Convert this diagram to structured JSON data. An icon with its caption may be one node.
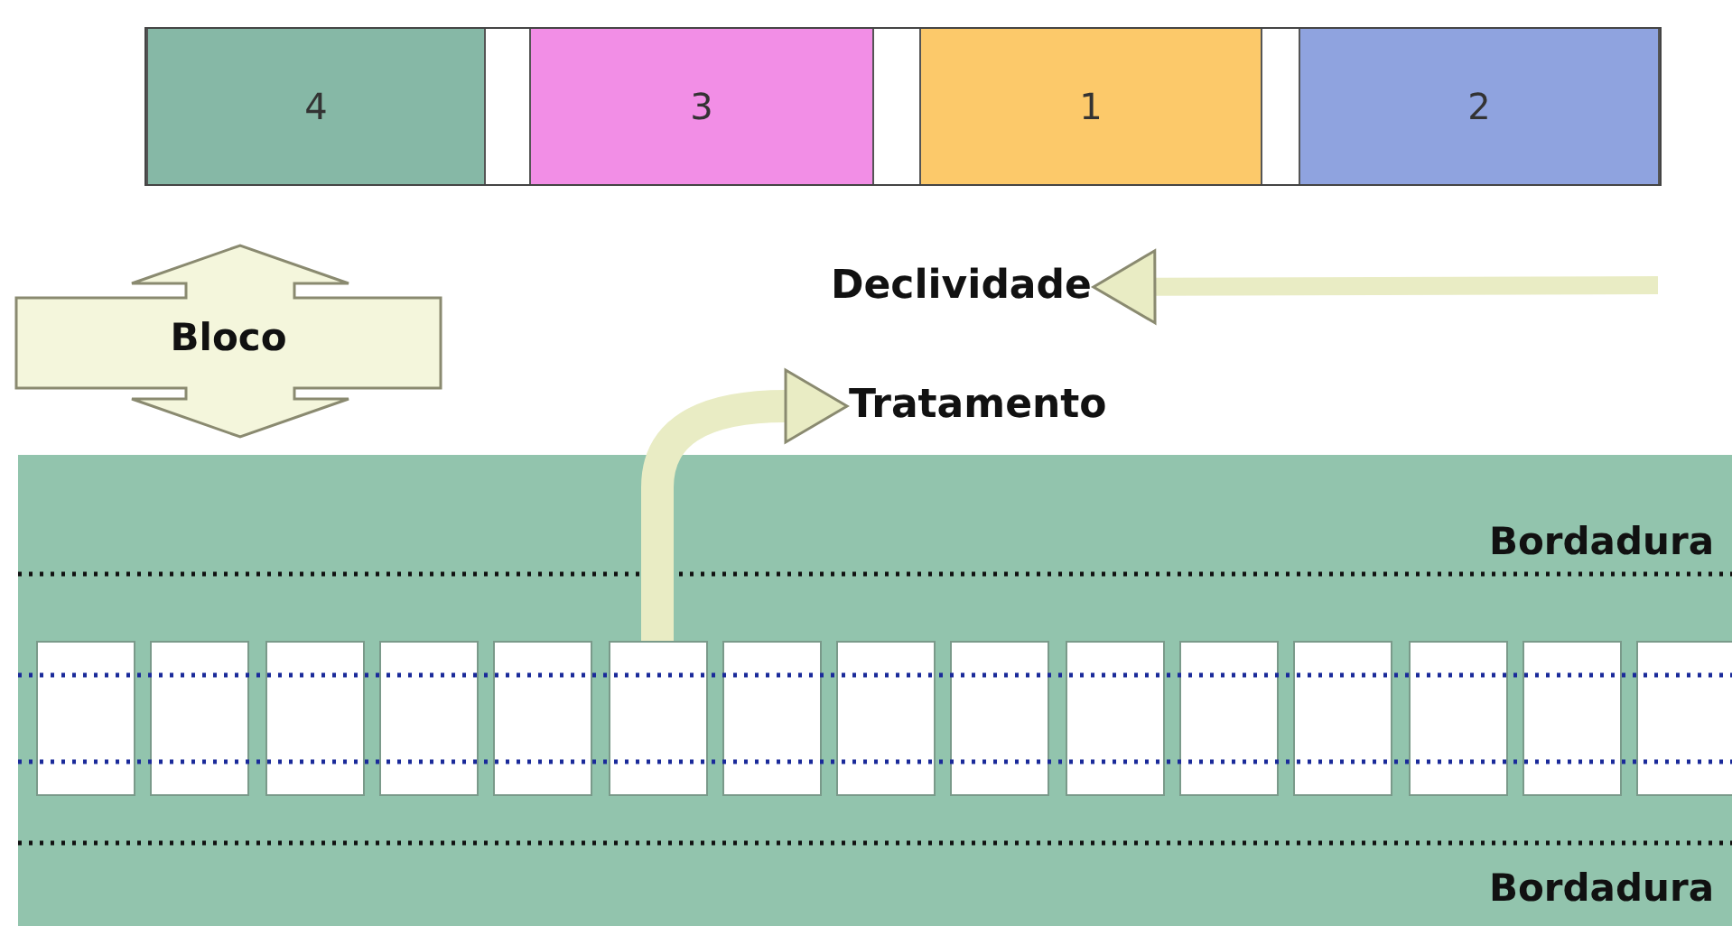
{
  "diagram": {
    "nodes": [
      {
        "text": [],
        "shape": "box"
      },
      {
        "text": [
          "4"
        ],
        "in": 0
      },
      {
        "text": [
          "3"
        ],
        "in": 0
      },
      {
        "text": [
          "1"
        ],
        "in": 0
      },
      {
        "text": [
          "2"
        ],
        "in": 0
      },
      {
        "text": [
          "Bloco"
        ]
      },
      {
        "text": [
          "Declividade"
        ]
      },
      {
        "text": [
          "Tratamento"
        ]
      },
      {
        "text": [
          "Bordadura",
          "Bordadura"
        ]
      },
      {
        "text": [],
        "shape": "box",
        "in": 8
      },
      {
        "text": [],
        "shape": "box",
        "in": 8
      },
      {
        "text": [],
        "shape": "box",
        "in": 8
      },
      {
        "text": [],
        "shape": "box",
        "in": 8
      },
      {
        "text": [],
        "shape": "box",
        "in": 8
      },
      {
        "text": [],
        "shape": "box",
        "in": 8
      },
      {
        "text": [],
        "shape": "box",
        "in": 8
      },
      {
        "text": [],
        "shape": "box",
        "in": 8
      },
      {
        "text": [],
        "shape": "box",
        "in": 8
      },
      {
        "text": [],
        "shape": "box",
        "in": 8
      },
      {
        "text": [],
        "shape": "box",
        "in": 8
      },
      {
        "text": [],
        "shape": "box",
        "in": 8
      },
      {
        "text": [],
        "shape": "box",
        "in": 8
      },
      {
        "text": [],
        "shape": "box",
        "in": 8
      },
      {
        "text": [],
        "shape": "box",
        "in": 8
      }
    ],
    "edges": [
      {
        "from": null,
        "to": 6,
        "arrow": "to"
      },
      {
        "from": 14,
        "to": 7,
        "arrow": "to",
        "style": "thick"
      }
    ]
  }
}
